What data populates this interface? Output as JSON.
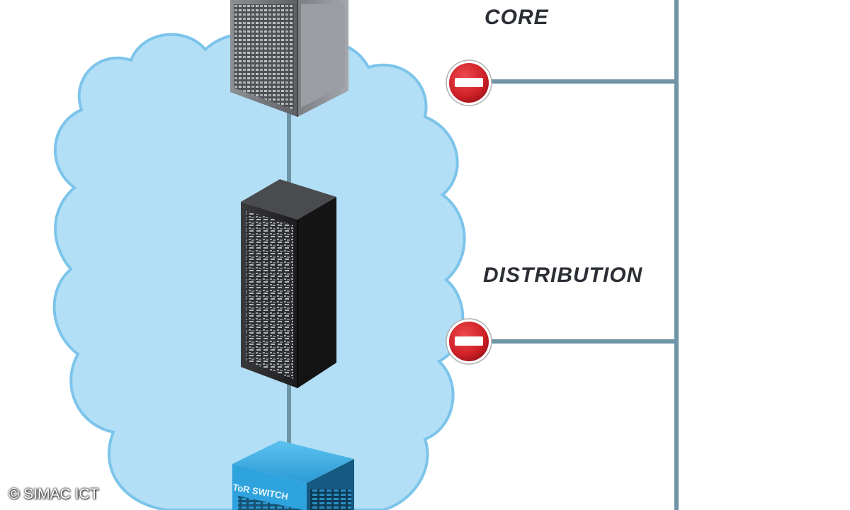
{
  "labels": {
    "core": "CORE",
    "distribution": "DISTRIBUTION",
    "tor_switch": "ToR SWITCH"
  },
  "copyright": "© SIMAC ICT",
  "colors": {
    "cloud_fill": "#b3dff6",
    "cloud_stroke": "#7cc4ea",
    "line": "#6f94a6",
    "stop_sign": "#cf2027",
    "tor_switch": "#2d9fd9"
  },
  "devices": [
    {
      "name": "core-switch",
      "icon": "chassis-switch-icon"
    },
    {
      "name": "distribution-rack",
      "icon": "server-rack-icon"
    },
    {
      "name": "tor-switch",
      "icon": "tor-switch-icon"
    }
  ],
  "blocked_links": [
    {
      "from": "core",
      "icon": "no-entry-icon"
    },
    {
      "from": "distribution",
      "icon": "no-entry-icon"
    }
  ]
}
